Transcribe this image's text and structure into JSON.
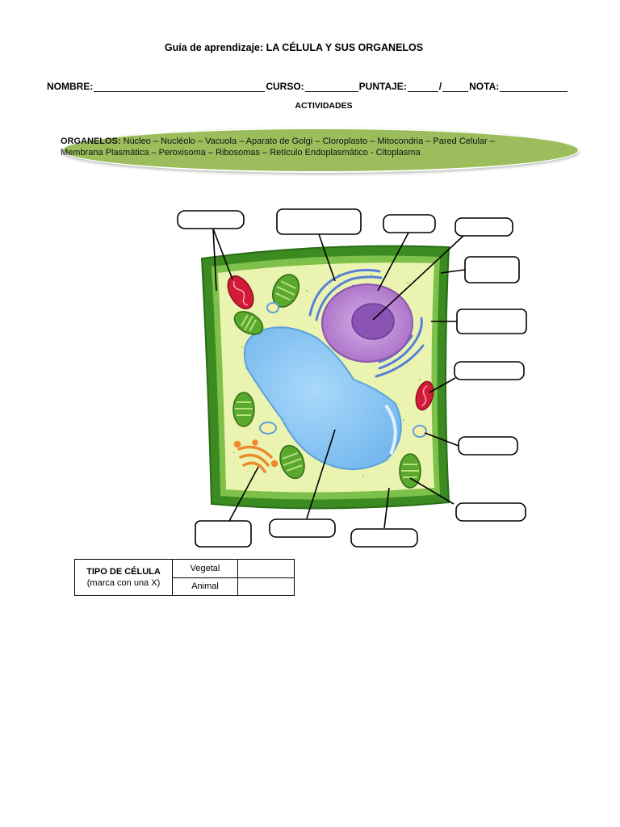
{
  "header": {
    "title_prefix": "Guía de aprendizaje:",
    "title_main": "LA CÉLULA Y SUS ORGANELOS"
  },
  "fields": {
    "nombre_label": "NOMBRE:",
    "curso_label": "CURSO:",
    "puntaje_label": "PUNTAJE:",
    "puntaje_separator": "/",
    "nota_label": "NOTA:"
  },
  "section": {
    "activities_label": "ACTIVIDADES"
  },
  "organelles": {
    "heading": "ORGANELOS:",
    "list_line1": "Núcleo – Nucléolo – Vacuola – Aparato de Golgi – Cloroplasto – Mitocondria – Pared Celular –",
    "list_line2": "Membrana Plasmática – Peroxisoma – Ribosomas – Retículo Endoplasmático - Citoplasma"
  },
  "colors": {
    "banner_green": "#9bbd5c",
    "cell_wall": "#3b8a22",
    "cytoplasm": "#eaf4b0",
    "vacuole": "#8ec9f3",
    "nucleus": "#c391d6",
    "nucleolus": "#8b54b4",
    "mitochondria": "#d41a39",
    "chloroplast": "#5aa82d",
    "golgi": "#ec8a2e",
    "er": "#5a7fd8"
  },
  "cell_type_table": {
    "header_bold": "TIPO DE CÉLULA",
    "header_note": "(marca con una X)",
    "option_vegetal": "Vegetal",
    "option_animal": "Animal",
    "mark_vegetal": "",
    "mark_animal": ""
  }
}
